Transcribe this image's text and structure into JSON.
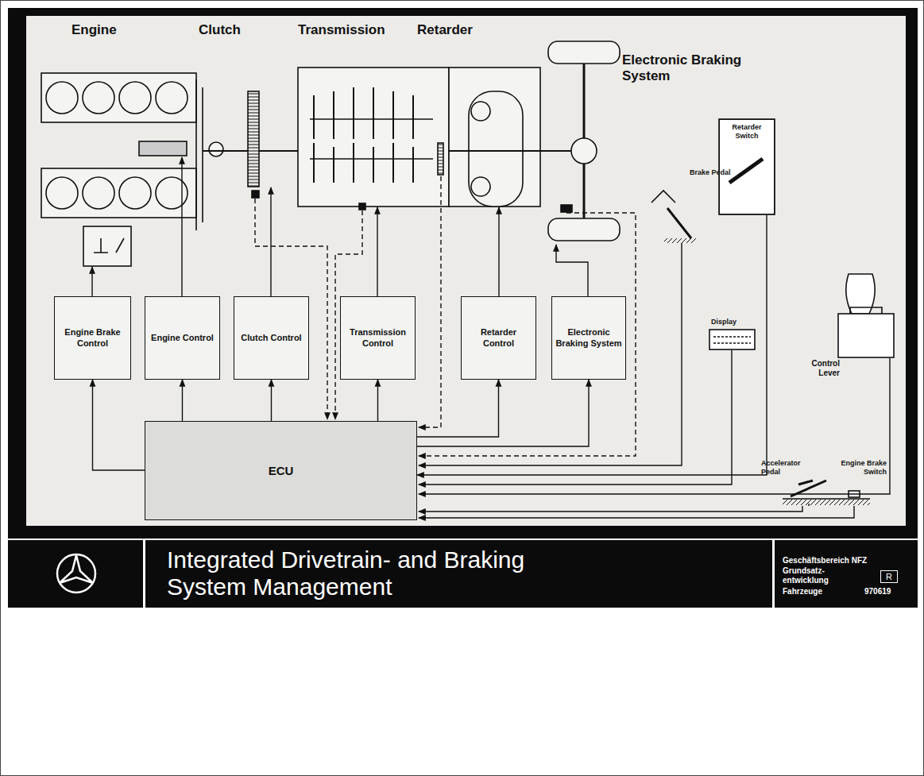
{
  "diagram": {
    "title": "Integrated Drivetrain- and Braking System Management",
    "nodes": [
      {
        "text": [
          "Engine Brake Control"
        ]
      },
      {
        "text": [
          "Engine Control"
        ]
      },
      {
        "text": [
          "Clutch Control"
        ]
      },
      {
        "text": [
          "Transmission Control"
        ]
      },
      {
        "text": [
          "Retarder Control"
        ]
      },
      {
        "text": [
          "Electronic Braking System"
        ]
      },
      {
        "text": [
          "ECU"
        ]
      },
      {
        "text": [
          "Retarder Switch"
        ]
      }
    ],
    "edges": [
      {
        "from": 6,
        "to": 0,
        "arrow": "to"
      },
      {
        "from": 6,
        "to": 1,
        "arrow": "to"
      },
      {
        "from": 6,
        "to": 2,
        "arrow": "to"
      },
      {
        "from": 6,
        "to": 3,
        "arrow": "to"
      },
      {
        "from": 6,
        "to": 4,
        "arrow": "to"
      },
      {
        "from": 6,
        "to": 5,
        "arrow": "to"
      },
      {
        "from": 7,
        "to": 6,
        "arrow": "to"
      }
    ],
    "labels": [
      "Engine",
      "Clutch",
      "Transmission",
      "Retarder",
      "Electronic Braking System",
      "Brake Pedal",
      "Display",
      "Control Lever",
      "Accelerator Pedal",
      "Engine Brake Switch",
      "Geschäftsbereich NFZ",
      "Grundsatz- entwicklung",
      "Fahrzeuge",
      "R",
      "970619"
    ]
  }
}
